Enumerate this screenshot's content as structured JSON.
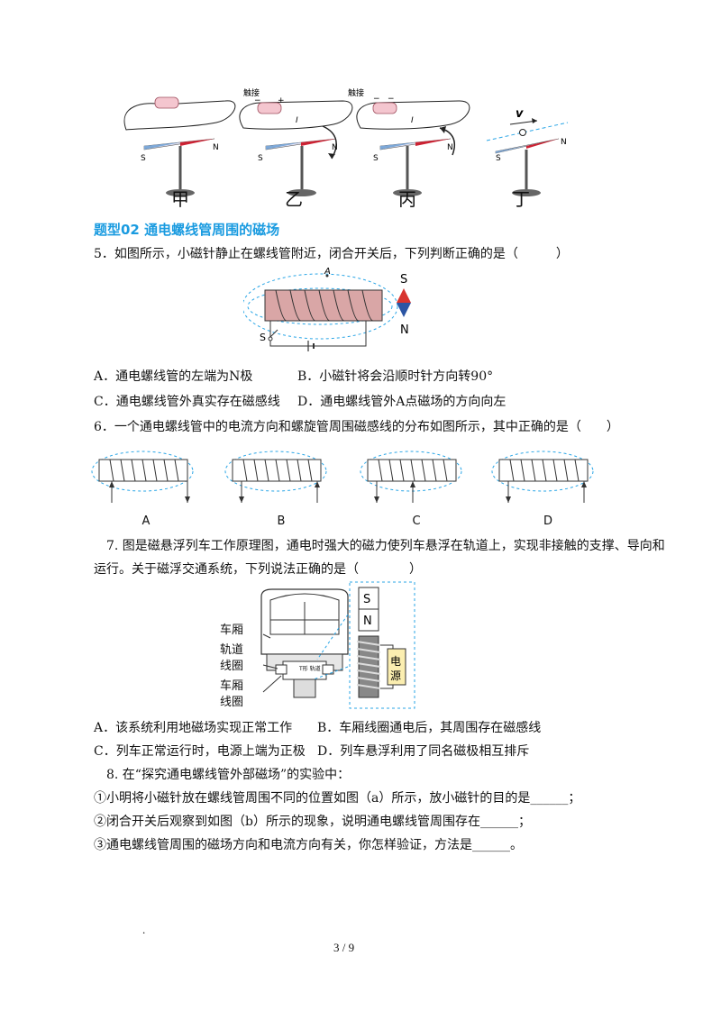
{
  "top_figure": {
    "captions": [
      "甲",
      "乙",
      "丙",
      "丁"
    ],
    "touch_label": "触接",
    "current_label": "I",
    "velocity_label": "v",
    "s_label": "S",
    "n_label": "N",
    "minus": "−",
    "plus": "+"
  },
  "section_heading": "题型02  通电螺线管周围的磁场",
  "q5": {
    "stem": "5．如图所示，小磁针静止在螺线管附近，闭合开关后，下列判断正确的是（　　　）",
    "fig": {
      "a_label": "A",
      "s_label": "S",
      "n_label": "N",
      "switch_label": "S"
    },
    "options": [
      "A．通电螺线管的左端为N极",
      "B．小磁针将会沿顺时针方向转90°",
      "C．通电螺线管外真实存在磁感线",
      "D．通电螺线管外A点磁场的方向向左"
    ]
  },
  "q6": {
    "stem": "6．一个通电螺线管中的电流方向和螺旋管周围磁感线的分布如图所示，其中正确的是（　　）",
    "labels": [
      "A",
      "B",
      "C",
      "D"
    ]
  },
  "q7": {
    "stem_line1": "7. 图是磁悬浮列车工作原理图，通电时强大的磁力使列车悬浮在轨道上，实现非接触的支撑、导向和",
    "stem_line2": "运行。关于磁浮交通系统，下列说法正确的是（　　　　）",
    "fig": {
      "label_car": "车厢",
      "label_track_coil_1": "轨道",
      "label_track_coil_2": "线圈",
      "label_car_coil_1": "车厢",
      "label_car_coil_2": "线圈",
      "s_label": "S",
      "n_label": "N",
      "power_1": "电",
      "power_2": "源",
      "rail_label": "T形\n轨道"
    },
    "options": [
      "A．该系统利用地磁场实现正常工作",
      "B．车厢线圈通电后，其周围存在磁感线",
      "C．列车正常运行时，电源上端为正极",
      "D．列车悬浮利用了同名磁极相互排斥"
    ]
  },
  "q8": {
    "stem": "8. 在“探究通电螺线管外部磁场”的实验中：",
    "items": [
      "①小明将小磁针放在螺线管周围不同的位置如图（a）所示，放小磁针的目的是______；",
      "②闭合开关后观察到如图（b）所示的现象，说明通电螺线管周围存在______；",
      "③通电螺线管周围的磁场方向和电流方向有关，你怎样验证，方法是______。"
    ]
  },
  "footer": {
    "page": "3 / 9",
    "dot": "."
  }
}
